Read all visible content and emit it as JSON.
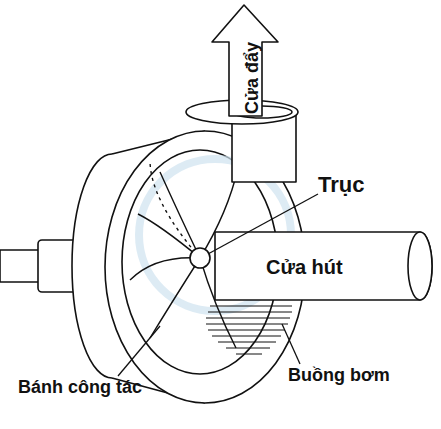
{
  "diagram": {
    "labels": [
      "Cửa đẩy",
      "Trục",
      "Cửa hút",
      "Bánh công tác",
      "Buồng bơm"
    ]
  }
}
